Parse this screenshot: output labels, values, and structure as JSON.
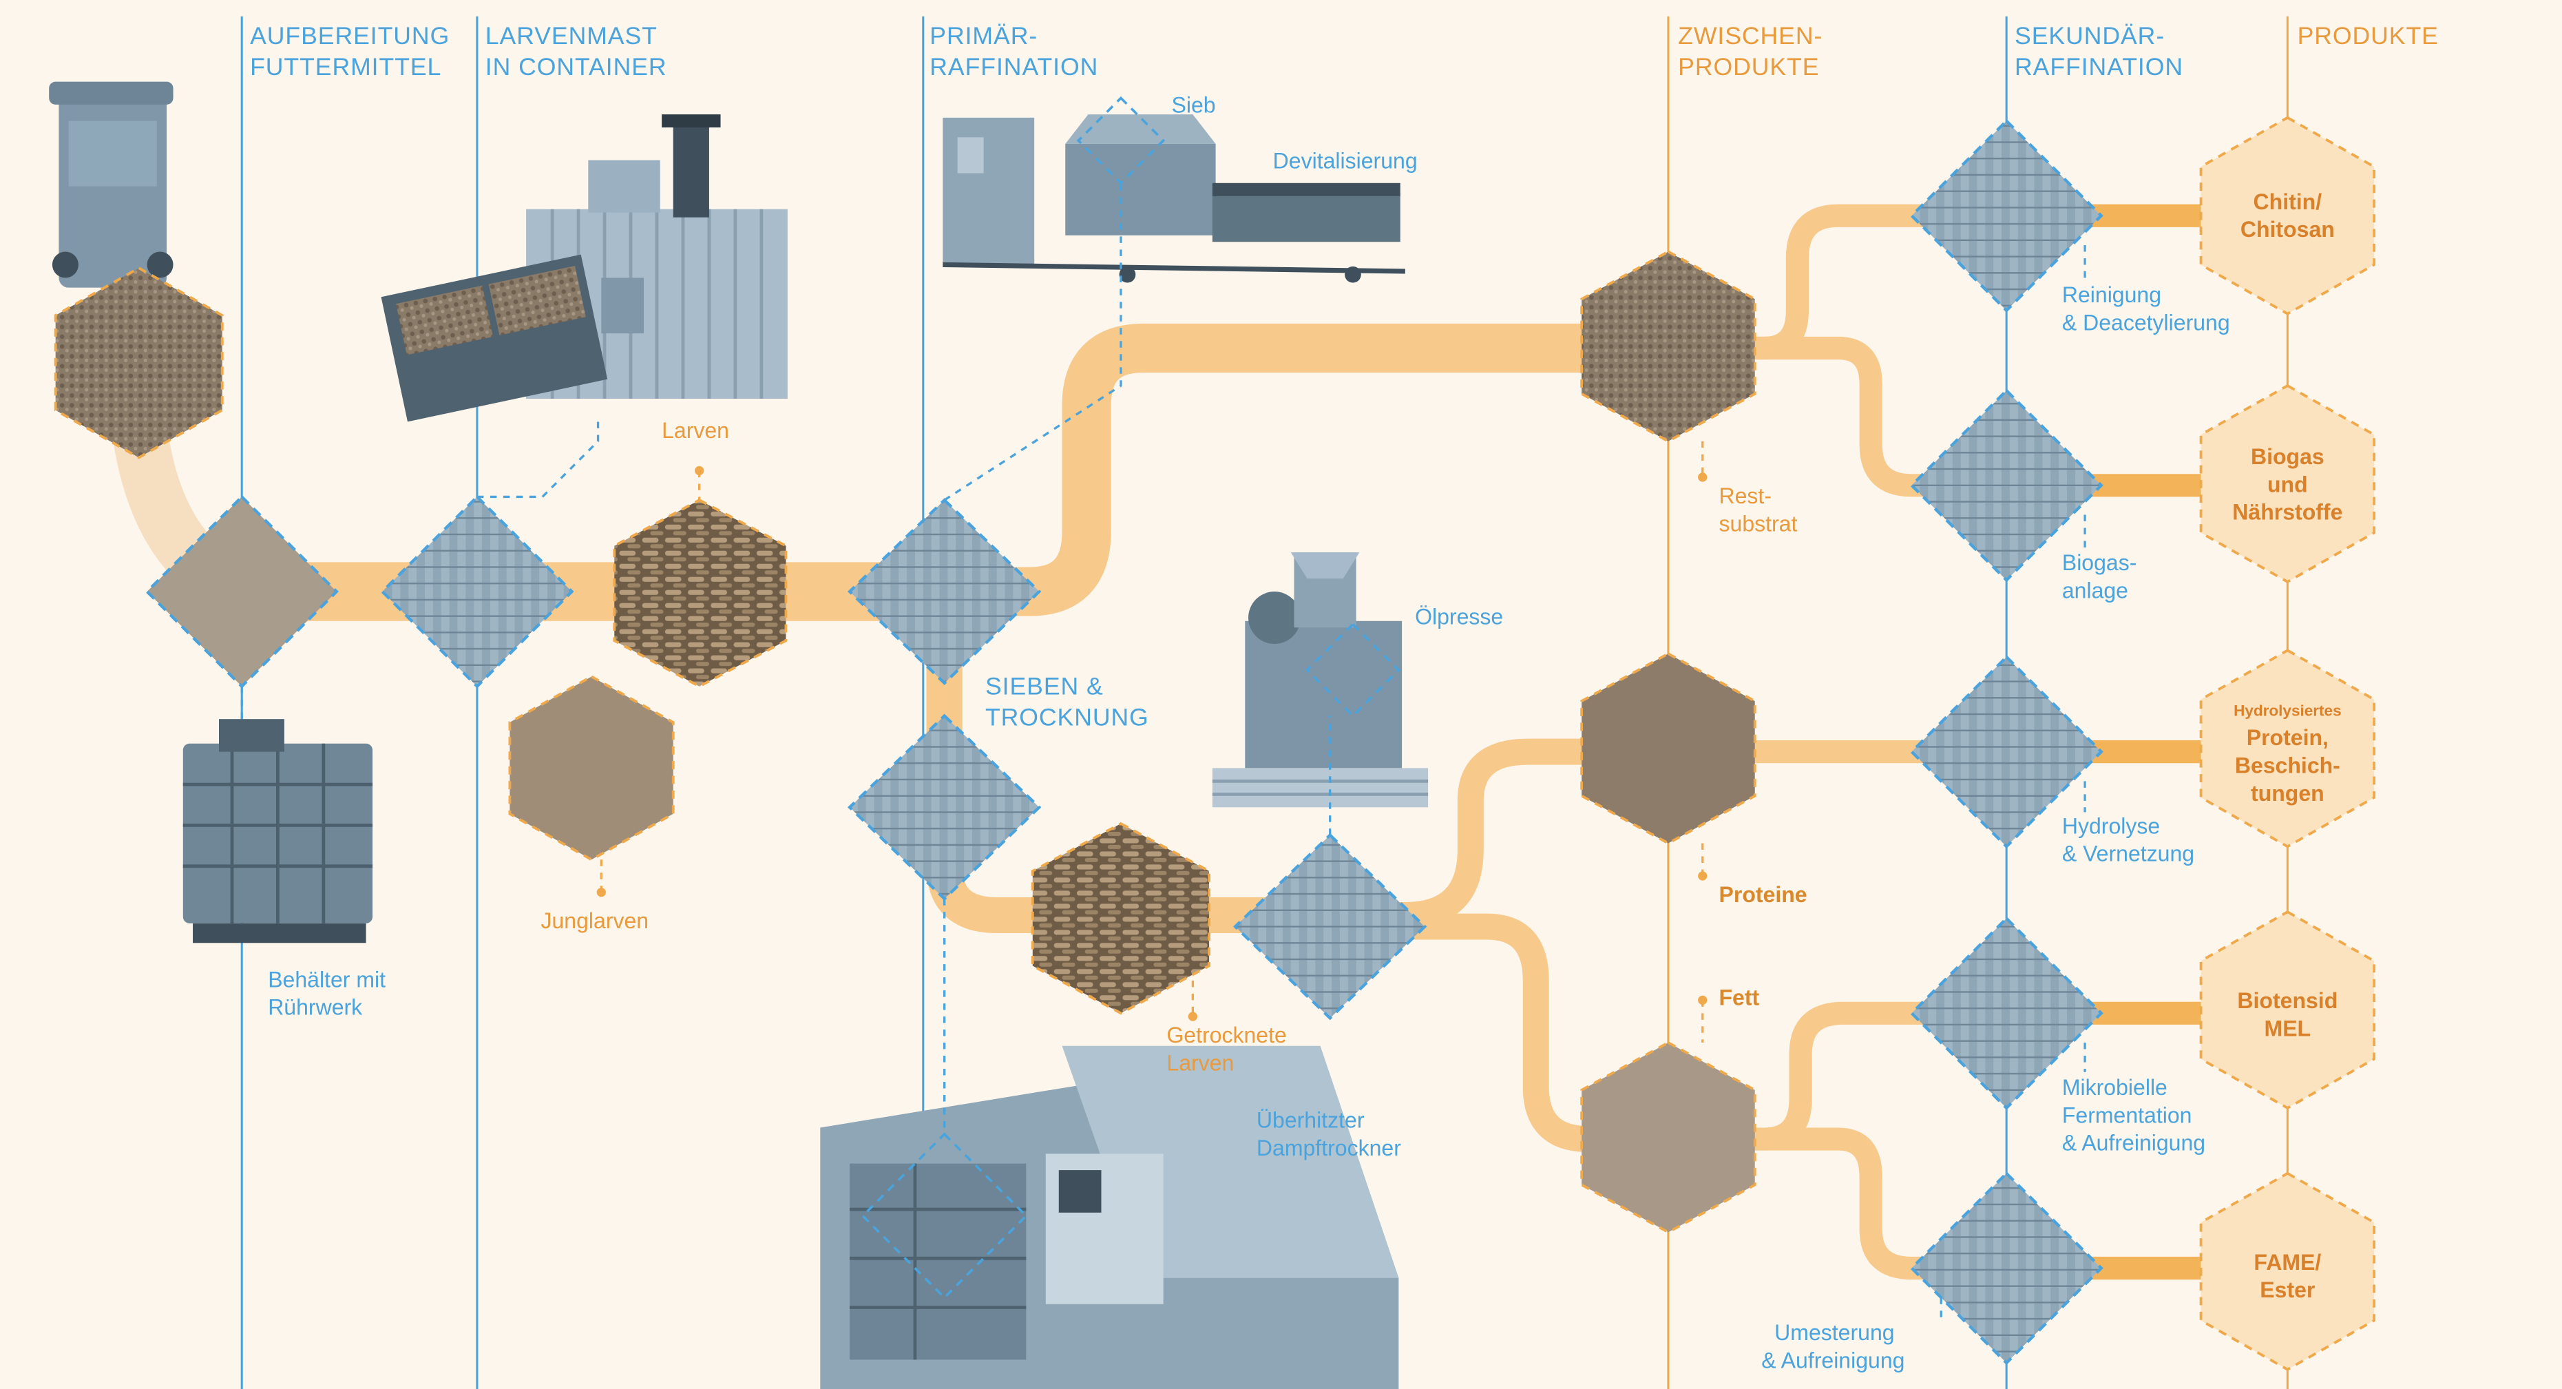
{
  "columns": [
    {
      "id": "aufbereitung",
      "line1": "AUFBEREITUNG",
      "line2": "FUTTERMITTEL"
    },
    {
      "id": "larvenmast",
      "line1": "LARVENMAST",
      "line2": "IN CONTAINER"
    },
    {
      "id": "primaer",
      "line1": "PRIMÄR-",
      "line2": "RAFFINATION"
    },
    {
      "id": "zwischen",
      "line1": "ZWISCHEN-",
      "line2": "PRODUKTE"
    },
    {
      "id": "sekundaer",
      "line1": "SEKUNDÄR-",
      "line2": "RAFFINATION"
    },
    {
      "id": "produkte",
      "line1": "PRODUKTE",
      "line2": ""
    }
  ],
  "stage_label": {
    "line1": "SIEBEN &",
    "line2": "TROCKNUNG"
  },
  "labels": {
    "behaelter": {
      "line1": "Behälter mit",
      "line2": "Rührwerk"
    },
    "larven": "Larven",
    "junglarven": "Junglarven",
    "sieb": "Sieb",
    "devitalisierung": "Devitalisierung",
    "oelpresse": "Ölpresse",
    "getrocknete": {
      "line1": "Getrocknete",
      "line2": "Larven"
    },
    "dampftrockner": {
      "line1": "Überhitzter",
      "line2": "Dampftrockner"
    },
    "restsubstrat": {
      "line1": "Rest-",
      "line2": "substrat"
    },
    "proteine": "Proteine",
    "fett": "Fett",
    "reinigung": {
      "line1": "Reinigung",
      "line2": "& Deacetylierung"
    },
    "biogasanlage": {
      "line1": "Biogas-",
      "line2": "anlage"
    },
    "hydrolyse": {
      "line1": "Hydrolyse",
      "line2": "& Vernetzung"
    },
    "mikrobielle": {
      "line1": "Mikrobielle",
      "line2": "Fermentation",
      "line3": "& Aufreinigung"
    },
    "umesterung": {
      "line1": "Umesterung",
      "line2": "& Aufreinigung"
    }
  },
  "products": [
    {
      "id": "chitin",
      "lines": [
        "Chitin/",
        "Chitosan"
      ]
    },
    {
      "id": "biogas",
      "lines": [
        "Biogas",
        "und",
        "Nährstoffe"
      ]
    },
    {
      "id": "protein",
      "small": "Hydrolysiertes",
      "lines": [
        "Protein,",
        "Beschich-",
        "tungen"
      ]
    },
    {
      "id": "biotensid",
      "lines": [
        "Biotensid",
        "MEL"
      ]
    },
    {
      "id": "fame",
      "lines": [
        "FAME/",
        "Ester"
      ]
    }
  ],
  "colors": {
    "blue": "#4aa3dc",
    "orange": "#f0a94a",
    "flow": "#f7c98a",
    "product_fill": "#fce3c0",
    "background": "#fdf6ec",
    "photo": "#8fa4b2"
  },
  "icons": [
    "bin-icon",
    "tank-icon",
    "container-icon",
    "sieve-machine-icon",
    "oilpress-icon",
    "dryer-icon"
  ]
}
